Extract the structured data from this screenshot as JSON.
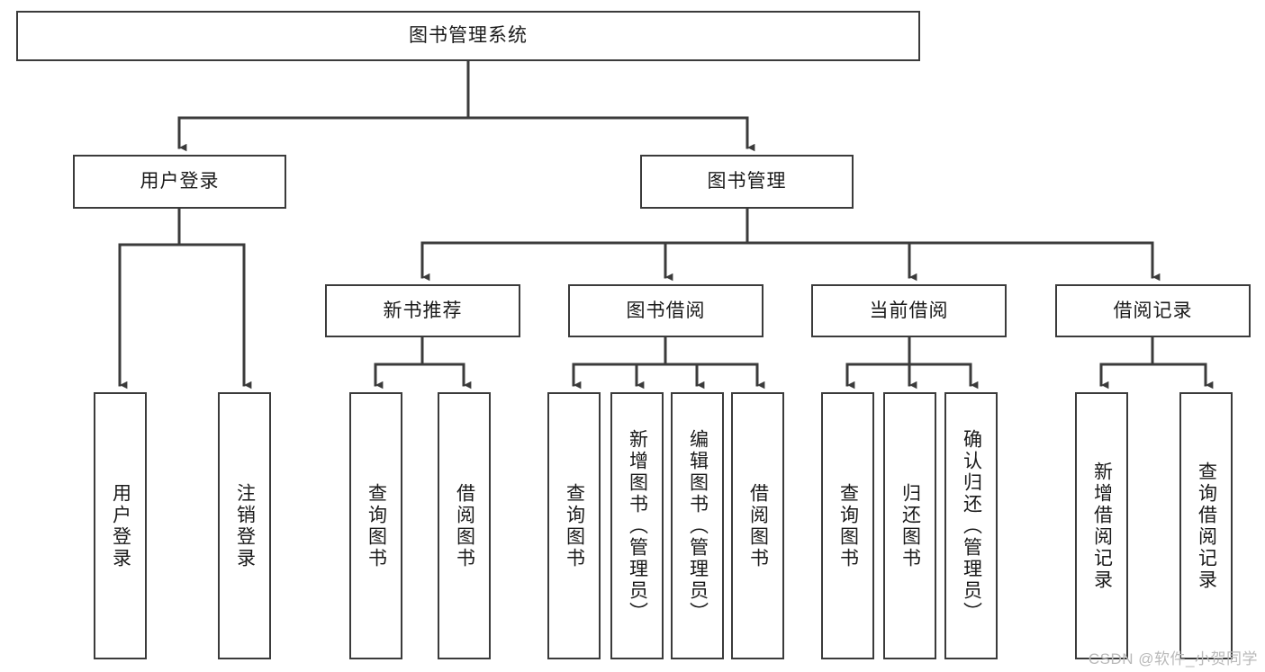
{
  "diagram": {
    "title": "图书管理系统",
    "type": "tree-hierarchy",
    "stroke_color": "#3b3b3b",
    "background_color": "#ffffff",
    "text_color": "#1a1a1a",
    "root": {
      "label": "图书管理系统"
    },
    "level2": [
      {
        "label": "用户登录"
      },
      {
        "label": "图书管理"
      }
    ],
    "level3": [
      {
        "label": "新书推荐"
      },
      {
        "label": "图书借阅"
      },
      {
        "label": "当前借阅"
      },
      {
        "label": "借阅记录"
      }
    ],
    "leaves": {
      "user_login": [
        {
          "label": "用户登录"
        },
        {
          "label": "注销登录"
        }
      ],
      "new_book_recommend": [
        {
          "label": "查询图书"
        },
        {
          "label": "借阅图书"
        }
      ],
      "book_borrow": [
        {
          "label": "查询图书"
        },
        {
          "label": "新增图书（管理员）"
        },
        {
          "label": "编辑图书（管理员）"
        },
        {
          "label": "借阅图书"
        }
      ],
      "current_borrow": [
        {
          "label": "查询图书"
        },
        {
          "label": "归还图书"
        },
        {
          "label": "确认归还（管理员）"
        }
      ],
      "borrow_record": [
        {
          "label": "新增借阅记录"
        },
        {
          "label": "查询借阅记录"
        }
      ]
    }
  },
  "watermark": {
    "text": "CSDN @软件_小贺同学"
  }
}
